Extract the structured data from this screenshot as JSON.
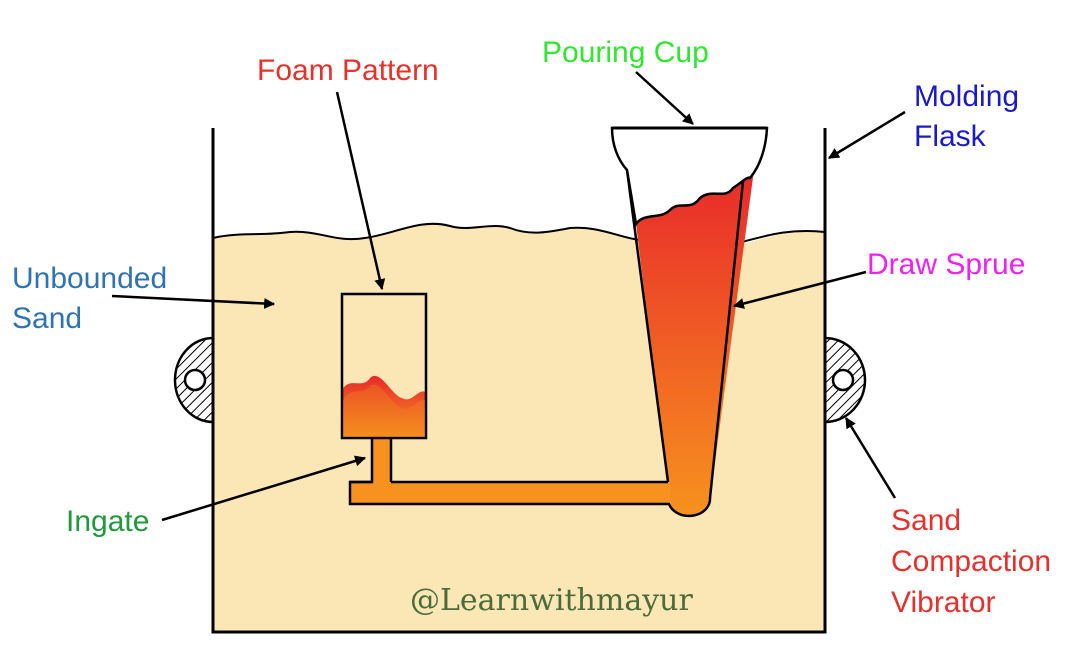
{
  "labels": {
    "pouring_cup": "Pouring Cup",
    "foam_pattern": "Foam Pattern",
    "molding_flask_line1": "Molding",
    "molding_flask_line2": "Flask",
    "unbounded_sand_line1": "Unbounded",
    "unbounded_sand_line2": "Sand",
    "draw_sprue": "Draw Sprue",
    "ingate": "Ingate",
    "vibrator_line1": "Sand",
    "vibrator_line2": "Compaction",
    "vibrator_line3": "Vibrator"
  },
  "watermark": "@Learnwithmayur",
  "colors": {
    "sand": "#fbe6b6",
    "metal_top": "#e8292a",
    "metal_bottom": "#f7921e",
    "outline": "#000000",
    "pouring_cup_label": "#2ee82e",
    "foam_pattern_label": "#e8302a",
    "molding_flask_label": "#1a1acc",
    "unbounded_sand_label": "#2e74b5",
    "draw_sprue_label": "#f020f0",
    "ingate_label": "#1f9a3a",
    "vibrator_label": "#e8302a",
    "watermark": "#4a6b3a"
  }
}
